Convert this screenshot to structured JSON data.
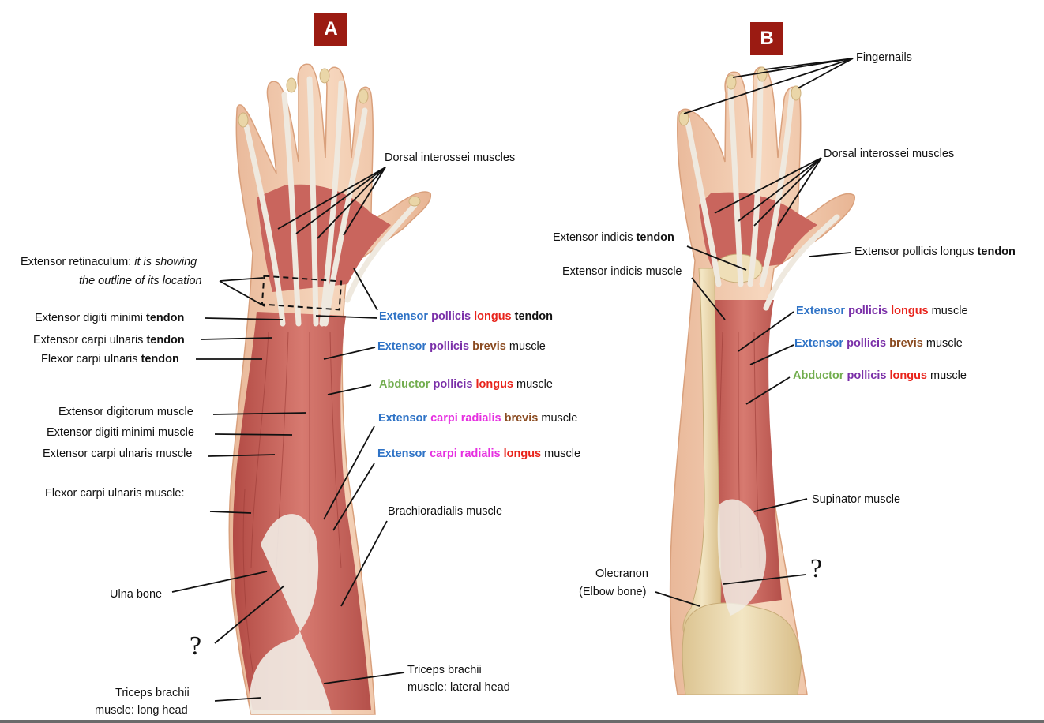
{
  "panels": {
    "a_badge": "A",
    "b_badge": "B"
  },
  "colors": {
    "badge": "#9b1b12",
    "extensor": "#2f73c6",
    "pollicis": "#7a2fa8",
    "longus": "#e8231b",
    "brevis": "#8a4a1f",
    "abductor": "#72ad4e",
    "carpi_radialis": "#e62fe0",
    "muscle": "#c8615a",
    "skin": "#f2c8a8",
    "tendon": "#ece6dc",
    "bone": "#ead9b0"
  },
  "panel_a": {
    "dorsal_interossei": "Dorsal interossei muscles",
    "retinaculum_prefix": "Extensor retinaculum: ",
    "retinaculum_italic_1": "it is showing",
    "retinaculum_italic_2": "the outline of its location",
    "edm_tendon_prefix": "Extensor digiti minimi ",
    "edm_tendon_bold": "tendon",
    "ecu_tendon_prefix": "Extensor carpi ulnaris ",
    "ecu_tendon_bold": "tendon",
    "fcu_tendon_prefix": "Flexor carpi ulnaris ",
    "fcu_tendon_bold": "tendon",
    "epl_tendon": {
      "w1": "Extensor",
      "w2": "pollicis",
      "w3": "longus",
      "w4": "tendon"
    },
    "epb_muscle": {
      "w1": "Extensor",
      "w2": "pollicis",
      "w3": "brevis",
      "w4": "muscle"
    },
    "apl_muscle": {
      "w1": "Abductor",
      "w2": "pollicis",
      "w3": "longus",
      "w4": "muscle"
    },
    "ecrb_muscle": {
      "w1": "Extensor",
      "w2": "carpi radialis",
      "w3": "brevis",
      "w4": "muscle"
    },
    "ecrl_muscle": {
      "w1": "Extensor",
      "w2": "carpi radialis",
      "w3": "longus",
      "w4": "muscle"
    },
    "extensor_digitorum": "Extensor digitorum muscle",
    "edm_muscle": "Extensor digiti minimi muscle",
    "ecu_muscle": "Extensor carpi ulnaris muscle",
    "fcu_muscle": "Flexor carpi ulnaris muscle:",
    "brachioradialis": "Brachioradialis muscle",
    "ulna": "Ulna bone",
    "question": "?",
    "triceps_lateral_1": "Triceps brachii",
    "triceps_lateral_2": "muscle: lateral head",
    "triceps_long_1": "Triceps brachii",
    "triceps_long_2": "muscle: long head"
  },
  "panel_b": {
    "fingernails": "Fingernails",
    "dorsal_interossei": "Dorsal interossei muscles",
    "ei_tendon_prefix": "Extensor indicis ",
    "ei_tendon_bold": "tendon",
    "ei_muscle": "Extensor indicis muscle",
    "epl_tendon_prefix": "Extensor pollicis longus ",
    "epl_tendon_bold": "tendon",
    "epl_muscle": {
      "w1": "Extensor",
      "w2": "pollicis",
      "w3": "longus",
      "w4": "muscle"
    },
    "epb_muscle": {
      "w1": "Extensor",
      "w2": "pollicis",
      "w3": "brevis",
      "w4": "muscle"
    },
    "apl_muscle": {
      "w1": "Abductor",
      "w2": "pollicis",
      "w3": "longus",
      "w4": "muscle"
    },
    "supinator": "Supinator muscle",
    "olecranon_1": "Olecranon",
    "olecranon_2": "(Elbow bone)",
    "question": "?"
  }
}
